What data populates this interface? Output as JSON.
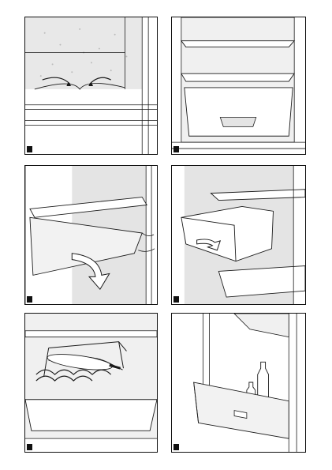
{
  "page": {
    "kind": "appliance-instruction-illustrations",
    "panel_count": 6
  },
  "panels": [
    {
      "subject": "defrost-drain-channel",
      "marker": "figure-marker"
    },
    {
      "subject": "fridge-shelves-and-crisper",
      "marker": "figure-marker"
    },
    {
      "subject": "remove-glass-shelf",
      "marker": "figure-marker"
    },
    {
      "subject": "remove-crisper-drawer",
      "marker": "figure-marker"
    },
    {
      "subject": "wine-bottle-rack",
      "marker": "figure-marker"
    },
    {
      "subject": "door-bottle-shelf",
      "marker": "figure-marker"
    }
  ],
  "colors": {
    "line": "#1a1a1a",
    "wall_shade": "#e4e4e4",
    "light_shade": "#f2f2f2",
    "arrow_fill": "#ffffff",
    "marker": "#111111"
  }
}
